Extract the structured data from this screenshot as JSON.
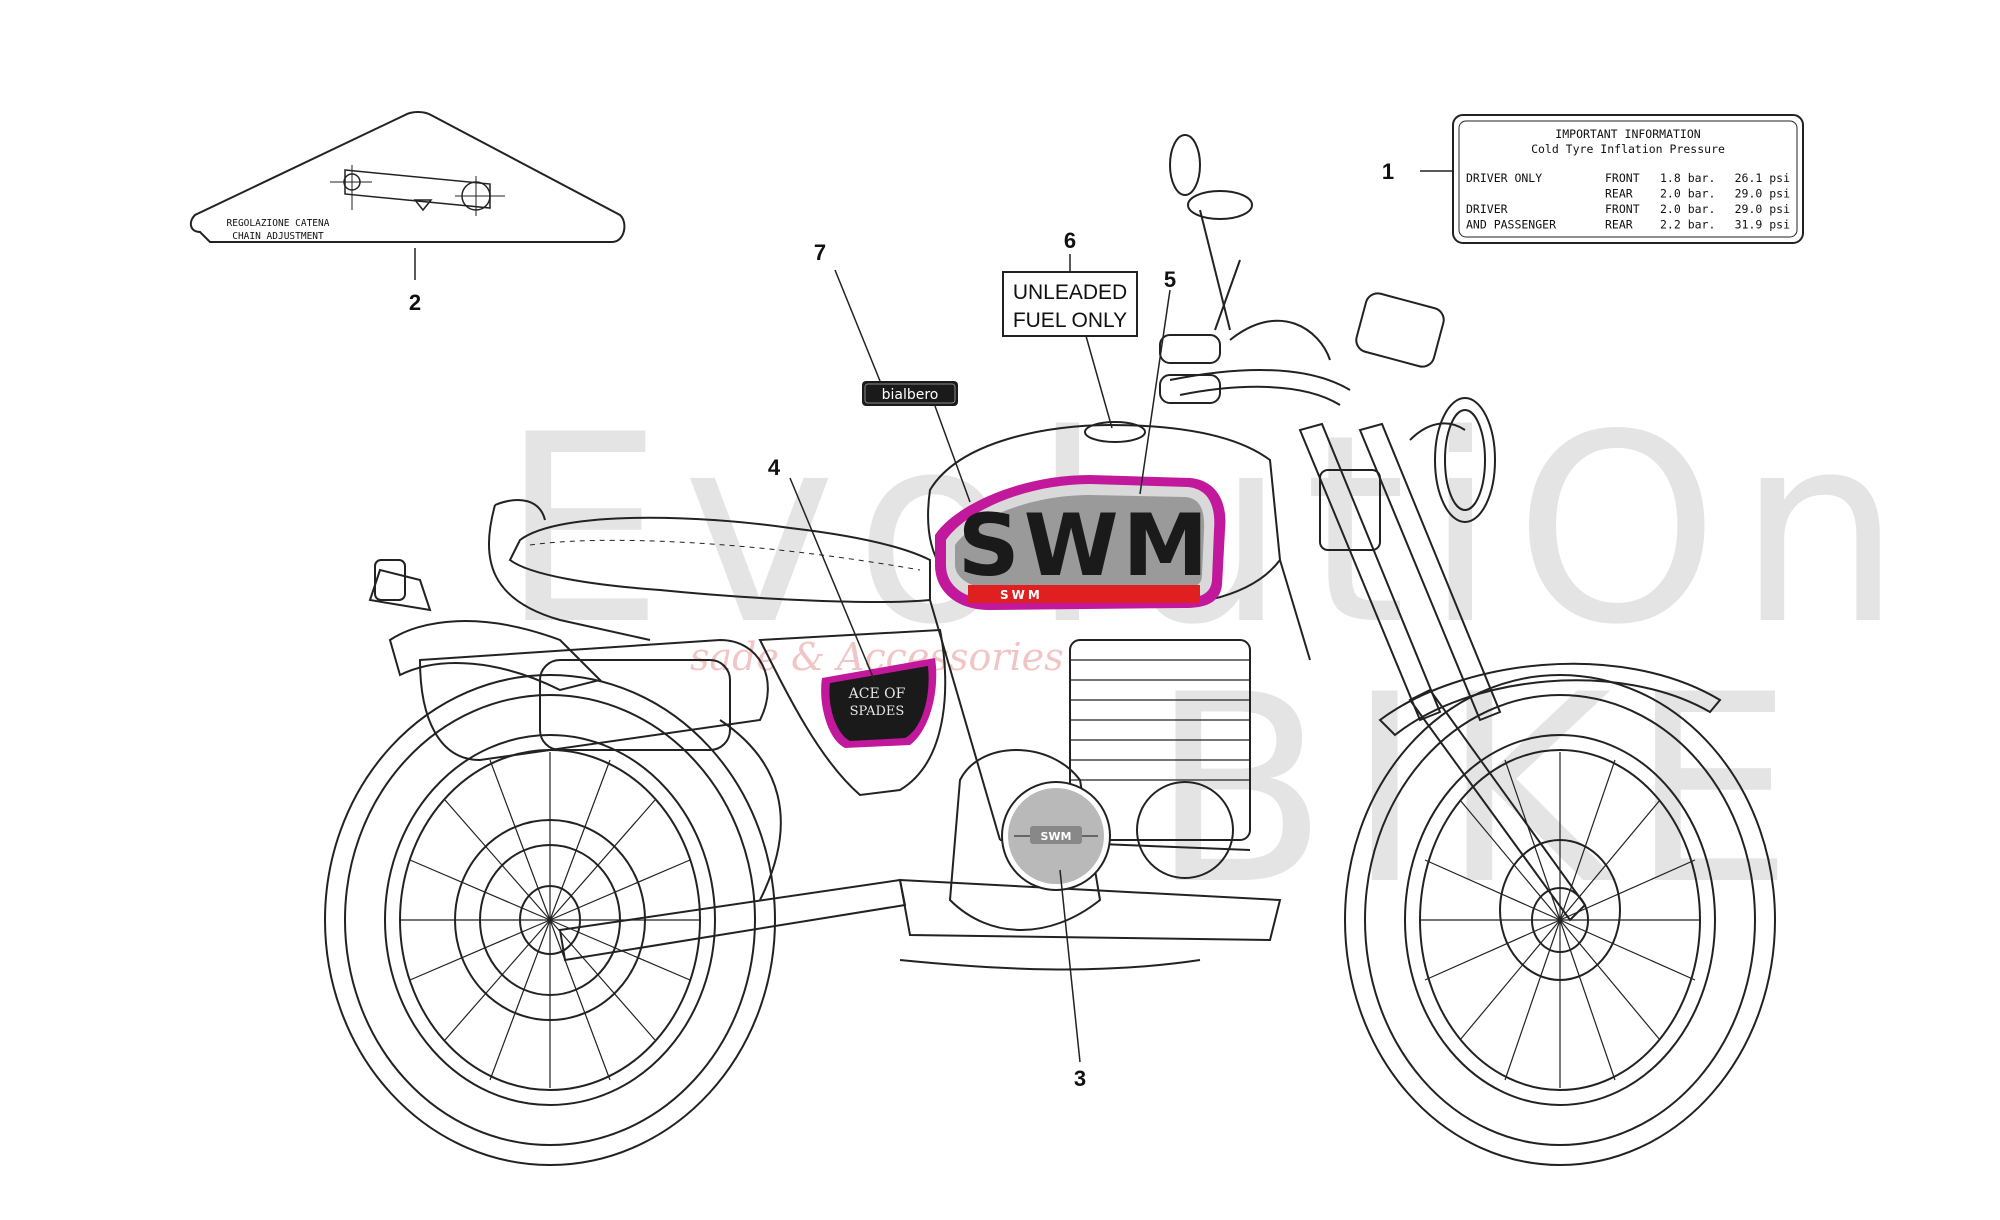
{
  "watermark": {
    "line1": "EvolutiOn",
    "line2": "BIKE",
    "script_text": "sade & Accessories"
  },
  "callouts": [
    "1",
    "2",
    "3",
    "4",
    "5",
    "6",
    "7"
  ],
  "tyre_label": {
    "title": "IMPORTANT INFORMATION",
    "subtitle": "Cold Tyre Inflation Pressure",
    "rows": [
      {
        "rider": "DRIVER ONLY",
        "wheel": "FRONT",
        "bar": "1.8 bar.",
        "psi": "26.1 psi"
      },
      {
        "rider": "",
        "wheel": "REAR",
        "bar": "2.0 bar.",
        "psi": "29.0 psi"
      },
      {
        "rider": "DRIVER",
        "wheel": "FRONT",
        "bar": "2.0 bar.",
        "psi": "29.0 psi"
      },
      {
        "rider": "AND PASSENGER",
        "wheel": "REAR",
        "bar": "2.2 bar.",
        "psi": "31.9 psi"
      }
    ]
  },
  "chain_label": {
    "line1": "REGOLAZIONE CATENA",
    "line2": "CHAIN ADJUSTMENT"
  },
  "fuel_label": {
    "line1": "UNLEADED",
    "line2": "FUEL ONLY"
  },
  "brand_badge": "bialbero",
  "tank_decal": {
    "logo": "SWM",
    "strip": "SWM"
  },
  "side_panel_decal": {
    "line1": "ACE OF",
    "line2": "SPADES"
  },
  "engine_cover_logo": "SWM",
  "colors": {
    "line": "#222222",
    "decal_magenta": "#c2189b",
    "decal_red": "#e02020",
    "decal_dark": "#1a1a1a",
    "decal_grey": "#9a9a9a",
    "watermark": "#cfcfcf"
  }
}
